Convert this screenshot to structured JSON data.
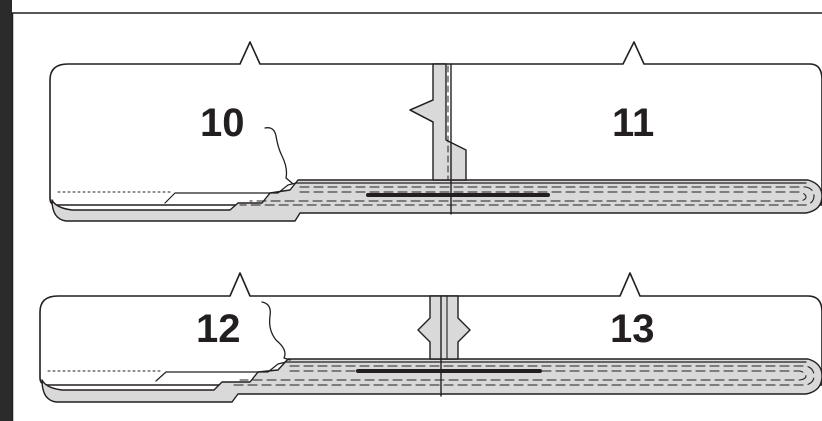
{
  "labels": {
    "piece_10": "10",
    "piece_11": "11",
    "piece_12": "12",
    "piece_13": "13"
  },
  "colors": {
    "ink": "#231f20",
    "seam_fill": "#d9d9da",
    "paper": "#ffffff",
    "frame": "#2b2b2b"
  }
}
